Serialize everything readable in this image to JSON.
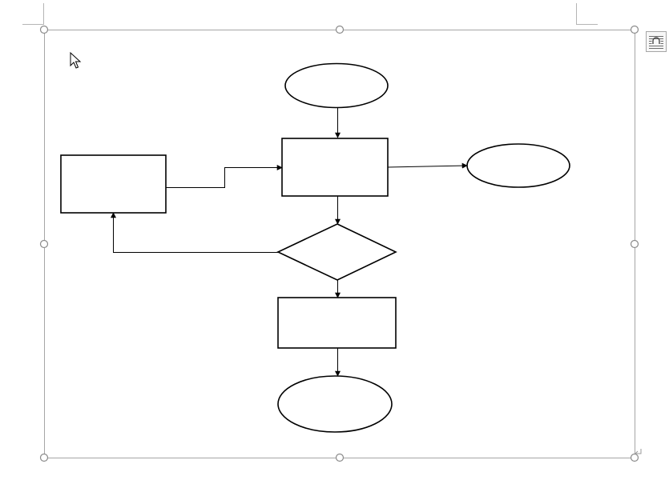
{
  "canvas": {
    "frame_color": "#a6a6a6",
    "shape_stroke_color": "#000000",
    "shape_fill_color": "#ffffff",
    "connector_color": "#000000"
  },
  "flowchart": {
    "shapes": [
      {
        "name": "start-ellipse",
        "kind": "ellipse",
        "text": ""
      },
      {
        "name": "process-box-main",
        "kind": "rectangle",
        "text": ""
      },
      {
        "name": "output-ellipse",
        "kind": "ellipse",
        "text": ""
      },
      {
        "name": "process-box-left",
        "kind": "rectangle",
        "text": ""
      },
      {
        "name": "decision-diamond",
        "kind": "diamond",
        "text": ""
      },
      {
        "name": "process-box-bottom",
        "kind": "rectangle",
        "text": ""
      },
      {
        "name": "end-ellipse",
        "kind": "ellipse",
        "text": ""
      }
    ]
  },
  "icons": {
    "layout_options": "layout-options-icon",
    "cursor": "mouse-pointer-icon",
    "paragraph_mark": "paragraph-return-icon",
    "crop_mark": "corner-crop-mark-icon"
  }
}
